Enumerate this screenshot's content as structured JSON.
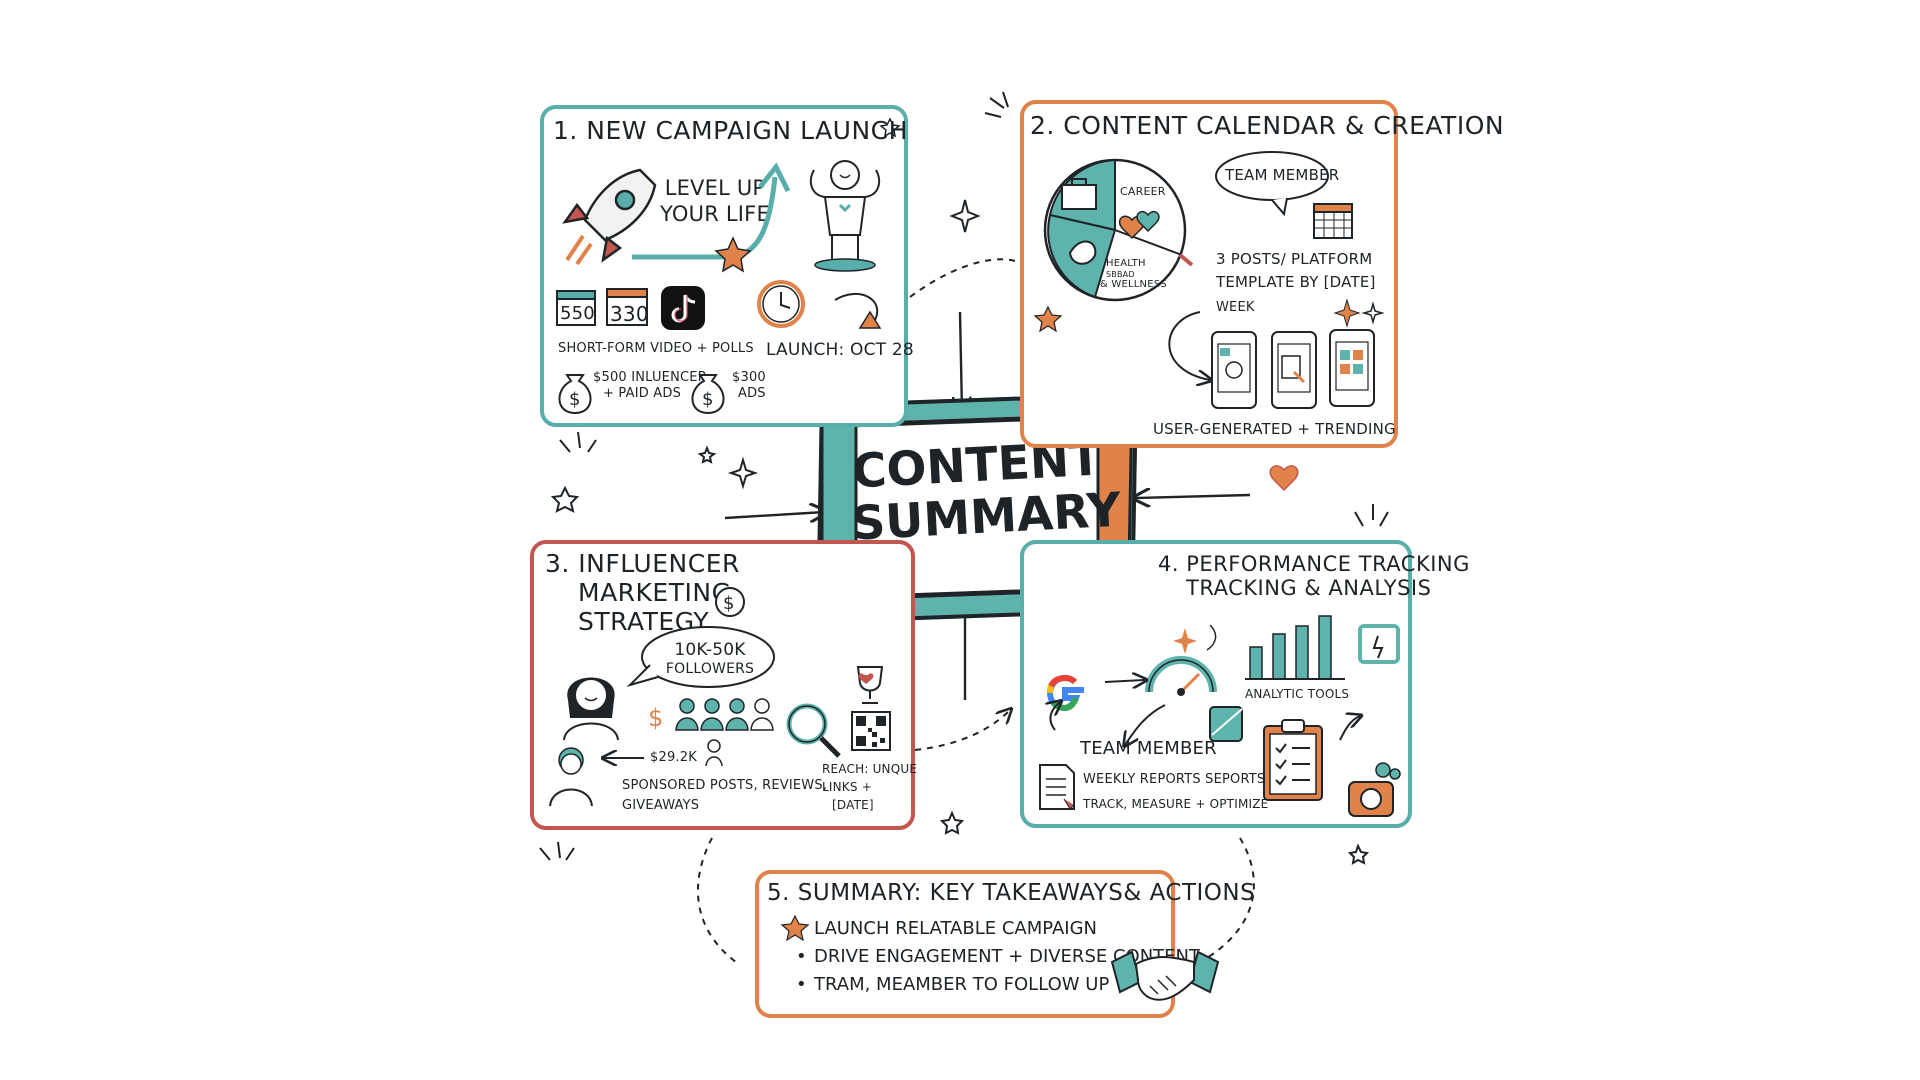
{
  "center": {
    "title_line1": "CONTENT",
    "title_line2": "SUMMARY"
  },
  "section1": {
    "title": "1. NEW CAMPAIGN LAUNCH",
    "slogan_line1": "LEVEL UP",
    "slogan_line2": "YOUR LIFE",
    "calendar_a": "550",
    "calendar_b": "330",
    "format": "SHORT-FORM VIDEO + POLLS",
    "launch": "LAUNCH: OCT 28",
    "budget_a_line1": "$500 INLUENCER",
    "budget_a_line2": "+ PAID ADS",
    "budget_b_line1": "$300",
    "budget_b_line2": "ADS",
    "colors": {
      "accent": "#58aeaa",
      "rocket": "#c2574f",
      "star": "#e0834b"
    }
  },
  "section2": {
    "title": "2. CONTENT CALENDAR & CREATION",
    "pie_career": "CAREER",
    "pie_health_line1": "HEALTH",
    "pie_health_line2": "SBBAD",
    "pie_health_line3": "& WELLNESS",
    "team_member": "TEAM MEMBER",
    "posts_line1": "3 POSTS/ PLATFORM",
    "posts_line2": "TEMPLATE BY [DATE]",
    "week": "WEEK",
    "ugc": "USER-GENERATED + TRENDING"
  },
  "section3": {
    "title_line1": "3. INFLUENCER",
    "title_line2": "MARKETING",
    "title_line3": "STRATEGY",
    "followers_line1": "10K-50K",
    "followers_line2": "FOLLOWERS",
    "budget": "$29.2K",
    "activities_line1": "SPONSORED POSTS, REVIEWS,",
    "activities_line2": "GIVEAWAYS",
    "reach_line1": "REACH: UNQUE",
    "reach_line2": "LINKS +",
    "reach_line3": "[DATE]"
  },
  "section4": {
    "title_line1": "4. PERFORMANCE TRACKING",
    "title_line2": "TRACKING & ANALYSIS",
    "tools": "ANALYTIC TOOLS",
    "team_member": "TEAM MEMBER",
    "reports": "WEEKLY REPORTS SEPORTS",
    "track": "TRACK, MEASURE + OPTIMIZE"
  },
  "section5": {
    "title": "5. SUMMARY: KEY TAKEAWAYS& ACTIONS",
    "items": [
      "LAUNCH RELATABLE CAMPAIGN",
      "DRIVE ENGAGEMENT + DIVERSE CONTENT",
      "TRAM, MEAMBER TO FOLLOW UP"
    ]
  },
  "icons": [
    "rocket-icon",
    "arrow-up-icon",
    "star-icon",
    "strong-person-icon",
    "calendar-icon",
    "tiktok-icon",
    "clock-icon",
    "money-bag-icon",
    "pie-chart-icon",
    "briefcase-icon",
    "heart-icon",
    "leaf-icon",
    "speech-bubble-icon",
    "phone-icon",
    "dollar-coin-icon",
    "woman-icon",
    "group-icon",
    "magnifier-icon",
    "trophy-icon",
    "qr-code-icon",
    "google-icon",
    "gauge-icon",
    "bar-chart-icon",
    "clipboard-icon",
    "camera-icon",
    "handshake-icon"
  ]
}
